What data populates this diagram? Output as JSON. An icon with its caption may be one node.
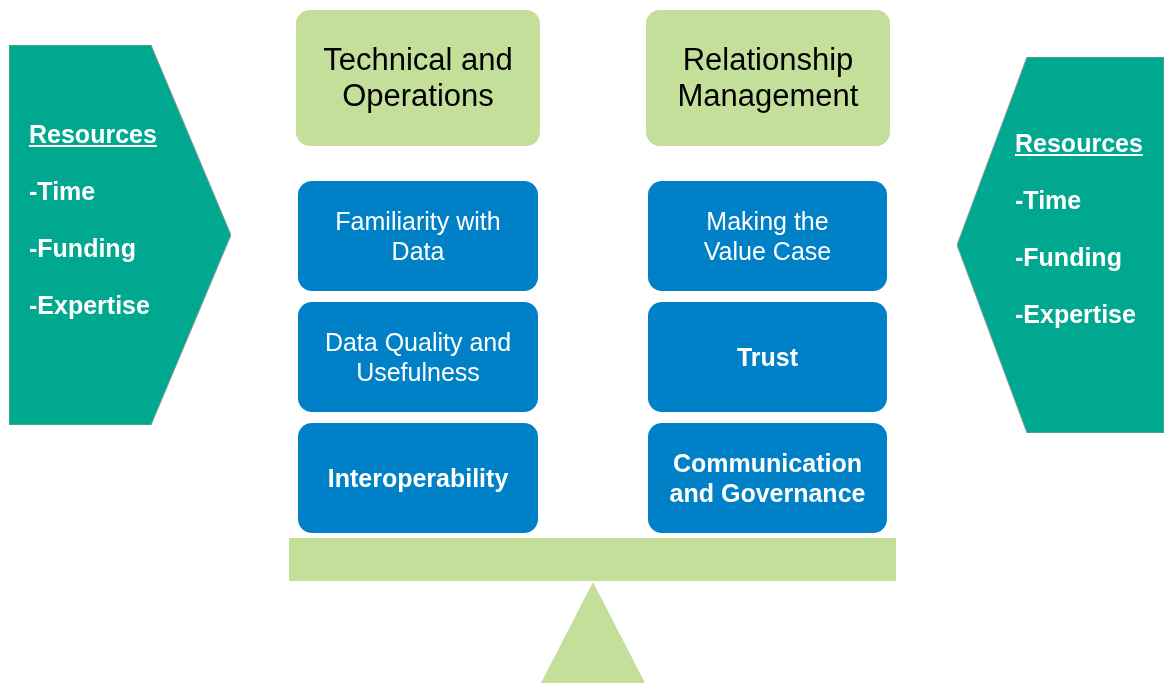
{
  "diagram": {
    "nodes": [
      {
        "text": [
          "Resources",
          "-Time",
          "-Funding",
          "-Expertise"
        ]
      },
      {
        "text": [
          "Technical and Operations"
        ]
      },
      {
        "text": [
          "Relationship Management"
        ]
      },
      {
        "text": [
          "Familiarity with Data"
        ]
      },
      {
        "text": [
          "Making the Value Case"
        ]
      },
      {
        "text": [
          "Data Quality and Usefulness"
        ]
      },
      {
        "text": [
          "Trust"
        ]
      },
      {
        "text": [
          "Interoperability"
        ]
      },
      {
        "text": [
          "Communication and Governance"
        ]
      },
      {
        "text": [
          "Resources",
          "-Time",
          "-Funding",
          "-Expertise"
        ]
      }
    ]
  }
}
